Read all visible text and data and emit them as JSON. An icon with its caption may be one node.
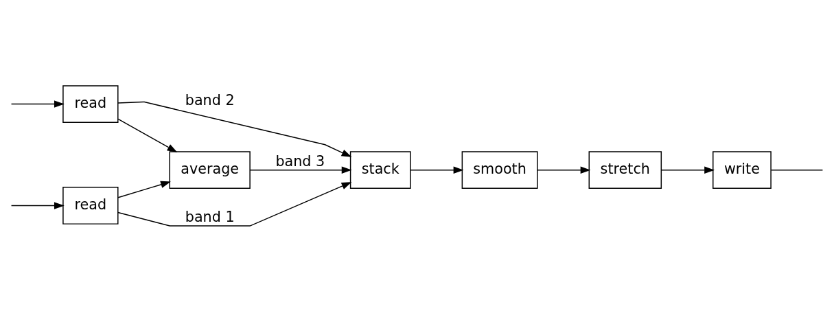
{
  "diagram": {
    "nodes": [
      {
        "text": [
          "read"
        ]
      },
      {
        "text": [
          "read"
        ]
      },
      {
        "text": [
          "average"
        ]
      },
      {
        "text": [
          "stack"
        ]
      },
      {
        "text": [
          "smooth"
        ]
      },
      {
        "text": [
          "stretch"
        ]
      },
      {
        "text": [
          "write"
        ]
      }
    ],
    "edges": [
      {
        "from": null,
        "to": 0,
        "arrow": "to"
      },
      {
        "from": null,
        "to": 1,
        "arrow": "to"
      },
      {
        "from": 0,
        "to": 2,
        "arrow": "to"
      },
      {
        "from": 0,
        "to": 3,
        "arrow": "to",
        "label": "band 1"
      },
      {
        "from": 1,
        "to": 2,
        "arrow": "to"
      },
      {
        "from": 1,
        "to": 3,
        "arrow": "to",
        "label": "band 2"
      },
      {
        "from": 2,
        "to": 3,
        "arrow": "to",
        "label": "band 3"
      },
      {
        "from": 3,
        "to": 4,
        "arrow": "to"
      },
      {
        "from": 4,
        "to": 5,
        "arrow": "to"
      },
      {
        "from": 5,
        "to": 6,
        "arrow": "to"
      },
      {
        "from": 6,
        "to": null,
        "arrow": "none"
      }
    ]
  }
}
